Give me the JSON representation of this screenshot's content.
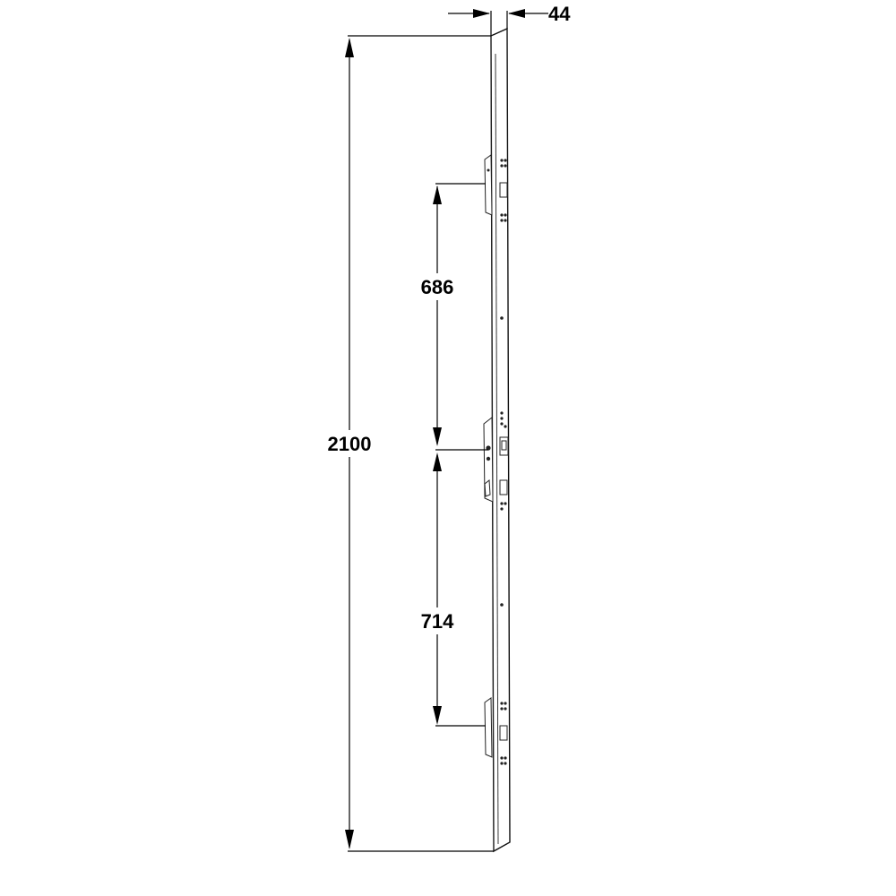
{
  "drawing": {
    "dimensions": {
      "height_total": "2100",
      "top_spacing": "686",
      "bottom_spacing": "714",
      "depth": "44"
    }
  }
}
